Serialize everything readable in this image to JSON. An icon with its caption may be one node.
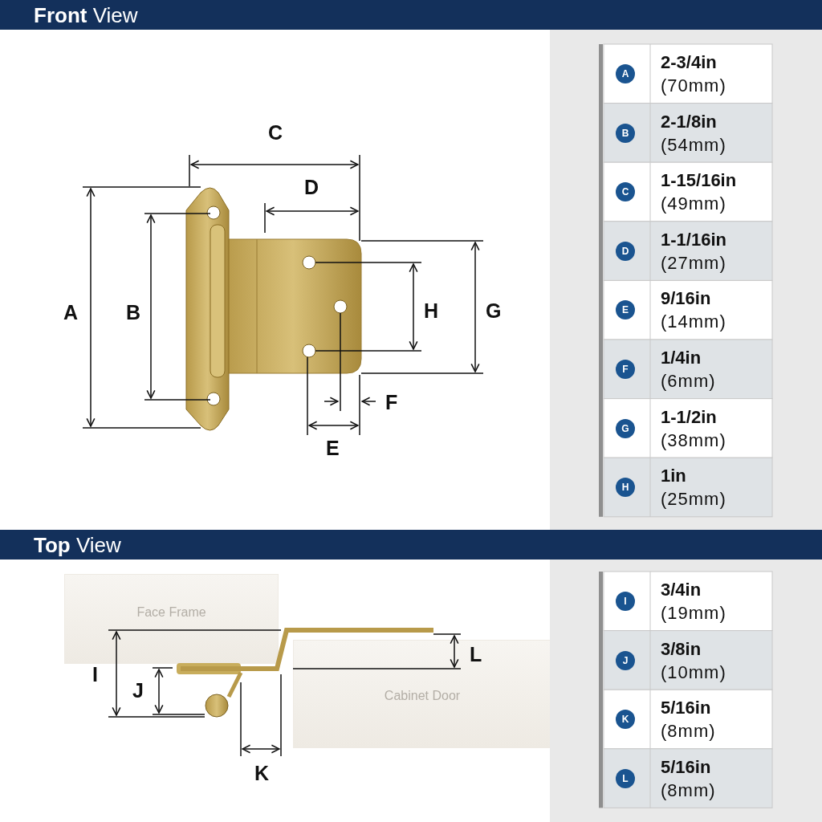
{
  "diagram": {
    "nodes": [
      {
        "text": [
          "Face Frame"
        ]
      },
      {
        "text": [
          "Cabinet Door"
        ]
      }
    ],
    "labels": [
      "**Front** View",
      "C",
      "D",
      "A",
      "B",
      "H",
      "G",
      "F",
      "E",
      "A",
      "2-3/4in",
      "(70mm)",
      "B",
      "2-1/8in",
      "(54mm)",
      "C",
      "1-15/16in",
      "(49mm)",
      "D",
      "1-1/16in",
      "(27mm)",
      "E",
      "9/16in",
      "(14mm)",
      "F",
      "1/4in",
      "(6mm)",
      "G",
      "1-1/2in",
      "(38mm)",
      "H",
      "1in",
      "(25mm)",
      "**Top** View",
      "I",
      "J",
      "K",
      "L",
      "I",
      "3/4in",
      "(19mm)",
      "J",
      "3/8in",
      "(10mm)",
      "K",
      "5/16in",
      "(8mm)",
      "L",
      "5/16in",
      "(8mm)"
    ]
  }
}
